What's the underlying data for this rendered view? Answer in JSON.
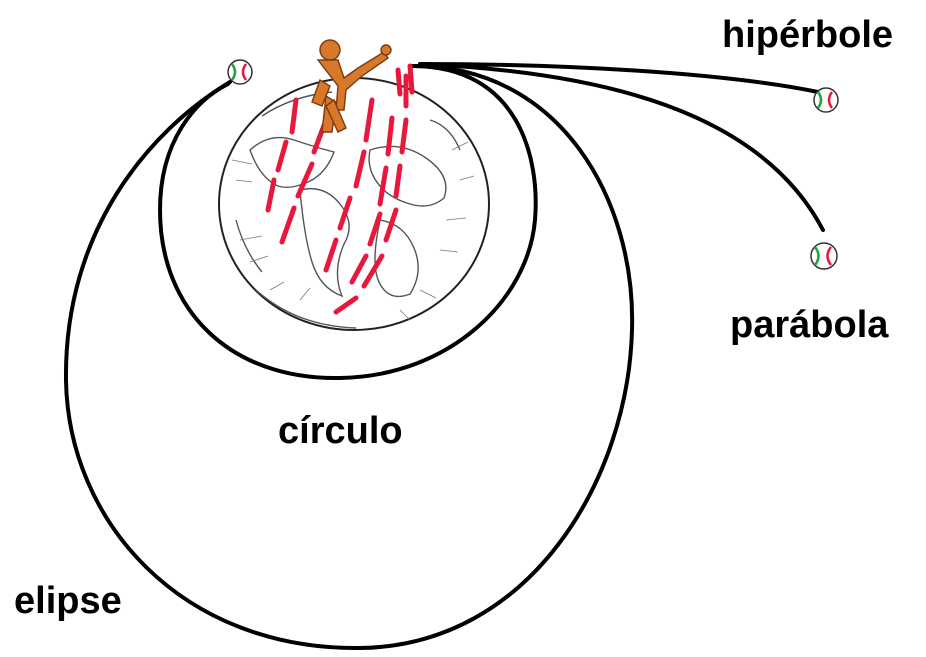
{
  "labels": {
    "hyperbola": "hipérbole",
    "parabola": "parábola",
    "circle": "círculo",
    "ellipse": "elipse"
  },
  "colors": {
    "orbit_line": "#000000",
    "earth_fill": "#ffffff",
    "earth_texture": "#444444",
    "drop_path": "#e8183c",
    "astronaut": "#d8782a",
    "ball_stitch": "#e8183c",
    "ball_band": "#1fa43c"
  },
  "icons": {
    "earth": "earth-globe-icon",
    "astronaut": "astronaut-throwing-icon",
    "ball": "baseball-icon"
  }
}
